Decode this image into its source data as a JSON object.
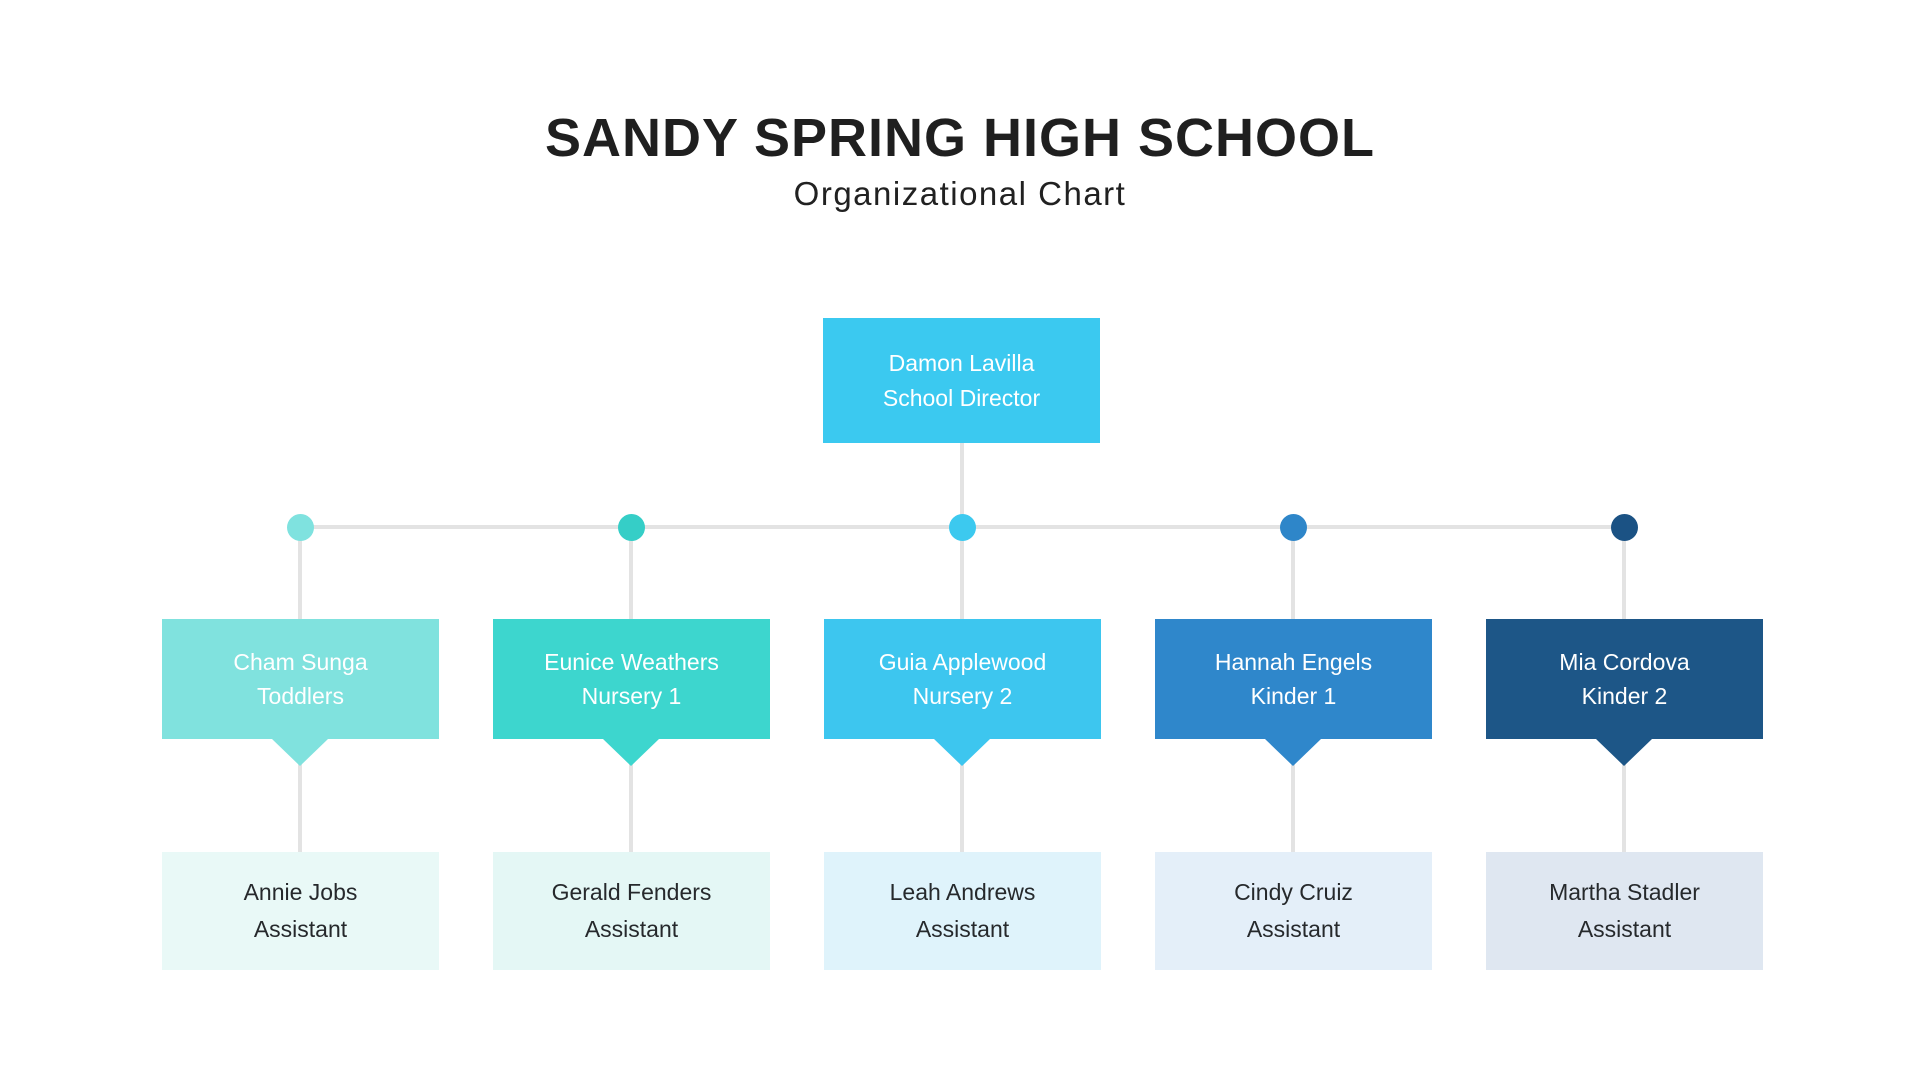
{
  "header": {
    "title": "SANDY SPRING HIGH SCHOOL",
    "subtitle": "Organizational Chart"
  },
  "director": {
    "name": "Damon Lavilla",
    "role": "School Director",
    "color": "#3bc9f0"
  },
  "columns": [
    {
      "name": "Cham Sunga",
      "role": "Toddlers",
      "color": "#80e2de",
      "dot_color": "#7fe2df",
      "assistant": {
        "name": "Annie Jobs",
        "role": "Assistant",
        "bg": "#e9f9f7"
      }
    },
    {
      "name": "Eunice Weathers",
      "role": "Nursery 1",
      "color": "#3dd6ce",
      "dot_color": "#35cec7",
      "assistant": {
        "name": "Gerald Fenders",
        "role": "Assistant",
        "bg": "#e4f7f5"
      }
    },
    {
      "name": "Guia Applewood",
      "role": "Nursery 2",
      "color": "#3dc6ef",
      "dot_color": "#3cc9ef",
      "assistant": {
        "name": "Leah Andrews",
        "role": "Assistant",
        "bg": "#dff3fb"
      }
    },
    {
      "name": "Hannah Engels",
      "role": "Kinder 1",
      "color": "#2f87cb",
      "dot_color": "#2e86c9",
      "assistant": {
        "name": "Cindy Cruiz",
        "role": "Assistant",
        "bg": "#e4eff9"
      }
    },
    {
      "name": "Mia Cordova",
      "role": "Kinder 2",
      "color": "#1d5687",
      "dot_color": "#1b5284",
      "assistant": {
        "name": "Martha Stadler",
        "role": "Assistant",
        "bg": "#dfe7f1"
      }
    }
  ],
  "style": {
    "background": "#ffffff",
    "line_color": "#e3e3e3",
    "title_color": "#1f1f1f",
    "node_text_light": "#ffffff",
    "node_text_dark": "#26292c"
  }
}
